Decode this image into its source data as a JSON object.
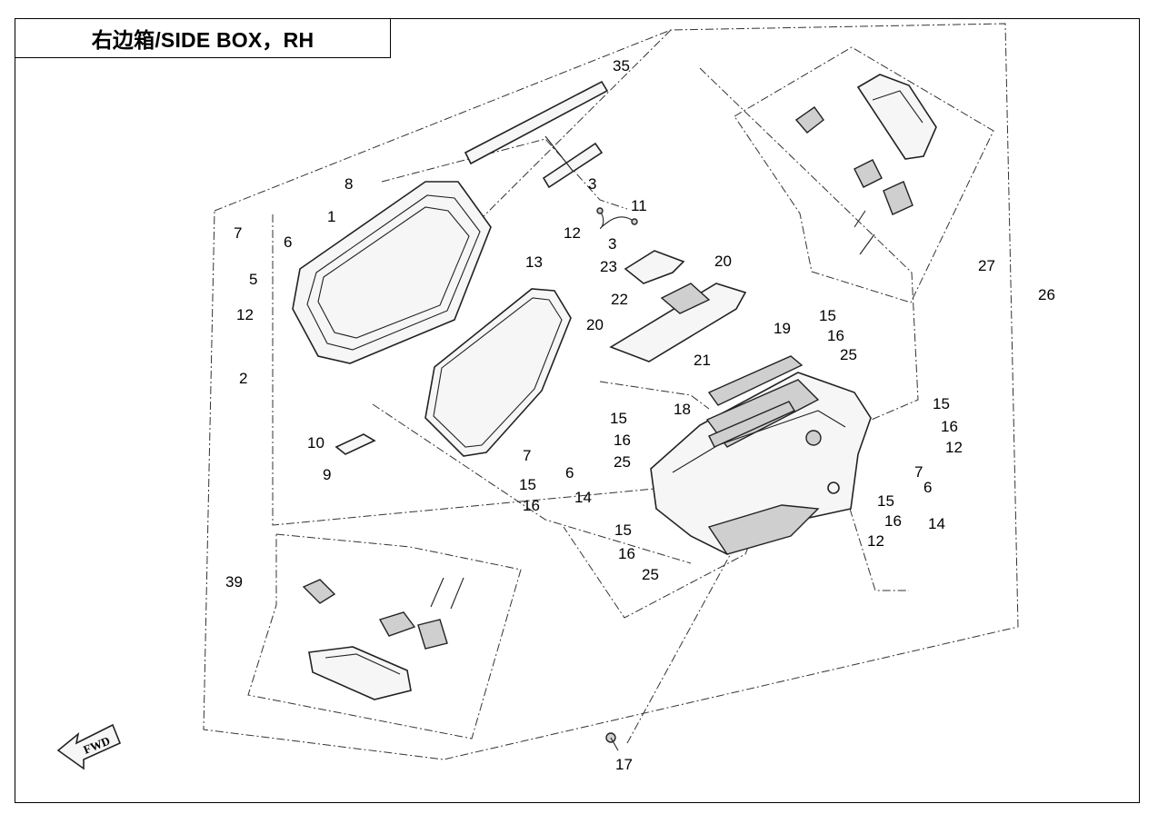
{
  "title": "右边箱/SIDE BOX，RH",
  "fwd_label": "FWD",
  "callouts": [
    {
      "id": "c35",
      "text": "35"
    },
    {
      "id": "c8",
      "text": "8"
    },
    {
      "id": "c1",
      "text": "1"
    },
    {
      "id": "c7a",
      "text": "7"
    },
    {
      "id": "c6a",
      "text": "6"
    },
    {
      "id": "c5",
      "text": "5"
    },
    {
      "id": "c12a",
      "text": "12"
    },
    {
      "id": "c2",
      "text": "2"
    },
    {
      "id": "c10",
      "text": "10"
    },
    {
      "id": "c9",
      "text": "9"
    },
    {
      "id": "c3a",
      "text": "3"
    },
    {
      "id": "c11",
      "text": "11"
    },
    {
      "id": "c12b",
      "text": "12"
    },
    {
      "id": "c3b",
      "text": "3"
    },
    {
      "id": "c13",
      "text": "13"
    },
    {
      "id": "c23",
      "text": "23"
    },
    {
      "id": "c22",
      "text": "22"
    },
    {
      "id": "c20a",
      "text": "20"
    },
    {
      "id": "c20b",
      "text": "20"
    },
    {
      "id": "c21",
      "text": "21"
    },
    {
      "id": "c19",
      "text": "19"
    },
    {
      "id": "c15a",
      "text": "15"
    },
    {
      "id": "c16a",
      "text": "16"
    },
    {
      "id": "c25a",
      "text": "25"
    },
    {
      "id": "c18",
      "text": "18"
    },
    {
      "id": "c15b",
      "text": "15"
    },
    {
      "id": "c16b",
      "text": "16"
    },
    {
      "id": "c25b",
      "text": "25"
    },
    {
      "id": "c7b",
      "text": "7"
    },
    {
      "id": "c6b",
      "text": "6"
    },
    {
      "id": "c15c",
      "text": "15"
    },
    {
      "id": "c16c",
      "text": "16"
    },
    {
      "id": "c14a",
      "text": "14"
    },
    {
      "id": "c15d",
      "text": "15"
    },
    {
      "id": "c16d",
      "text": "16"
    },
    {
      "id": "c25c",
      "text": "25"
    },
    {
      "id": "c15e",
      "text": "15"
    },
    {
      "id": "c16e",
      "text": "16"
    },
    {
      "id": "c12c",
      "text": "12"
    },
    {
      "id": "c7c",
      "text": "7"
    },
    {
      "id": "c6c",
      "text": "6"
    },
    {
      "id": "c15f",
      "text": "15"
    },
    {
      "id": "c16f",
      "text": "16"
    },
    {
      "id": "c14b",
      "text": "14"
    },
    {
      "id": "c12d",
      "text": "12"
    },
    {
      "id": "c27",
      "text": "27"
    },
    {
      "id": "c26",
      "text": "26"
    },
    {
      "id": "c39",
      "text": "39"
    },
    {
      "id": "c17",
      "text": "17"
    }
  ]
}
